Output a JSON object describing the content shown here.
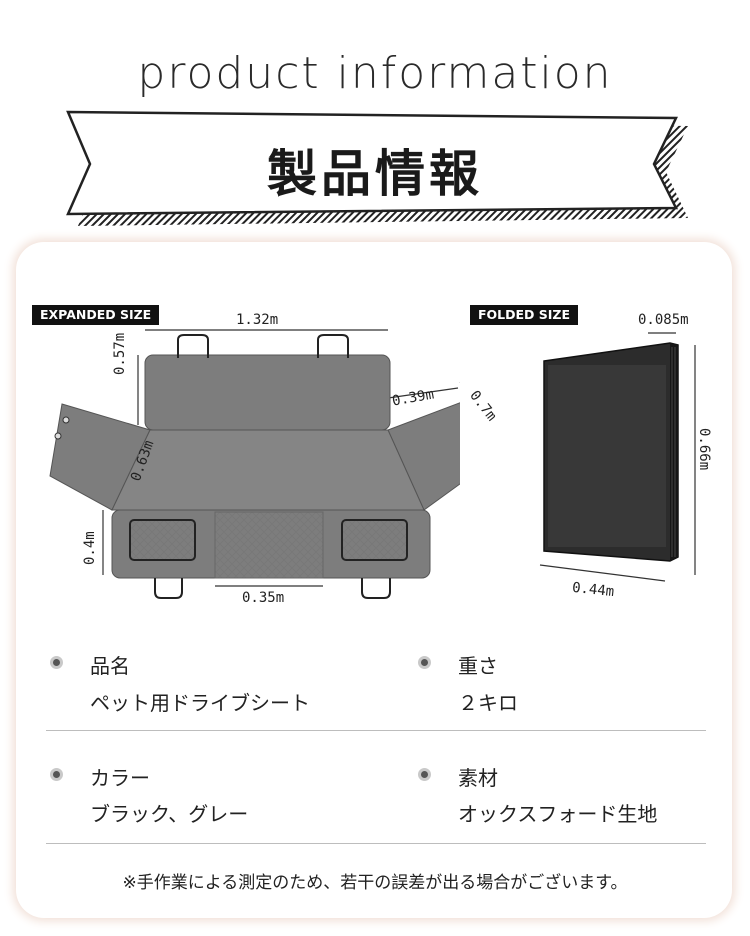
{
  "header": {
    "english_title": "product information",
    "japanese_title": "製品情報"
  },
  "diagram": {
    "expanded_label": "EXPANDED SIZE",
    "folded_label": "FOLDED SIZE",
    "expanded_dims": {
      "width_top": "1.32m",
      "top_height": "0.57m",
      "side_flap": "0.39m",
      "side_flap_length": "0.7m",
      "diagonal": "0.63m",
      "bottom_height": "0.4m",
      "mesh_width": "0.35m"
    },
    "folded_dims": {
      "thickness": "0.085m",
      "height": "0.66m",
      "width": "0.44m"
    }
  },
  "info": {
    "name_title": "品名",
    "name_value": "ペット用ドライブシート",
    "weight_title": "重さ",
    "weight_value": "２キロ",
    "color_title": "カラー",
    "color_value": "ブラック、グレー",
    "material_title": "素材",
    "material_value": "オックスフォード生地"
  },
  "note": "※手作業による測定のため、若干の誤差が出る場合がございます。"
}
